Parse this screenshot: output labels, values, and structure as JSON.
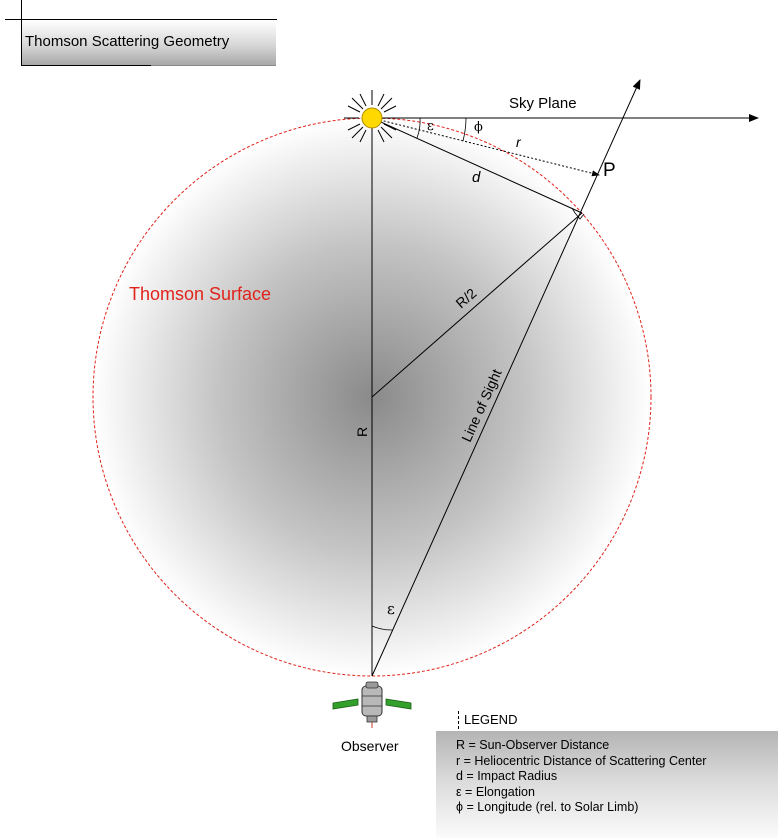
{
  "title": "Thomson Scattering Geometry",
  "labels": {
    "sky_plane": "Sky Plane",
    "point_p": "P",
    "epsilon_top": "ε",
    "phi": "ϕ",
    "r": "r",
    "d": "d",
    "half_r": "R/2",
    "line_of_sight": "Line of Sight",
    "r_big": "R",
    "epsilon_bottom": "ε",
    "thomson_surface": "Thomson Surface",
    "observer": "Observer"
  },
  "legend": {
    "title": "LEGEND",
    "entries": [
      "R = Sun-Observer Distance",
      "r  = Heliocentric Distance of Scattering Center",
      "d = Impact Radius",
      "ε = Elongation",
      "ϕ = Longitude (rel. to Solar Limb)"
    ]
  },
  "colors": {
    "sun": "#ffd800",
    "thomson_surface": "#e0231b",
    "solar_panel": "#33a02c",
    "sphere_core": "#8a8a8a"
  },
  "icons": [
    "sun-icon",
    "spacecraft-icon"
  ]
}
